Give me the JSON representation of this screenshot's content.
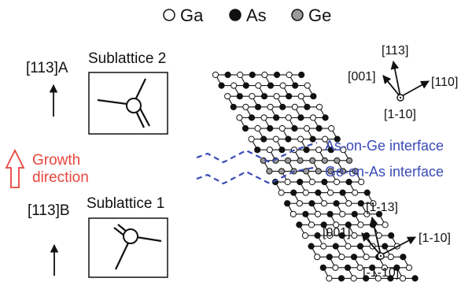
{
  "legend": {
    "items": [
      {
        "label": "Ga",
        "fill": "#ffffff"
      },
      {
        "label": "As",
        "fill": "#111111"
      },
      {
        "label": "Ge",
        "fill": "#9a9a9a"
      }
    ]
  },
  "left": {
    "dir_top": "[113]A",
    "dir_bottom": "[113]B",
    "sublattice_top": "Sublattice 2",
    "sublattice_bottom": "Sublattice 1",
    "growth_line1": "Growth",
    "growth_line2": "direction"
  },
  "interfaces": {
    "top": "As-on-Ge interface",
    "bottom": "Ge-on-As interface"
  },
  "axes_top": {
    "up": "[113]",
    "left": "[001]",
    "right": "[110]",
    "out": "[1-10]"
  },
  "axes_bottom": {
    "up": "[1-13]",
    "left": "[001]",
    "right": "[1-10]",
    "out": "[-1-10]"
  },
  "colors": {
    "blue": "#3a4bb8",
    "red": "#e8453c",
    "ge": "#9a9a9a"
  }
}
